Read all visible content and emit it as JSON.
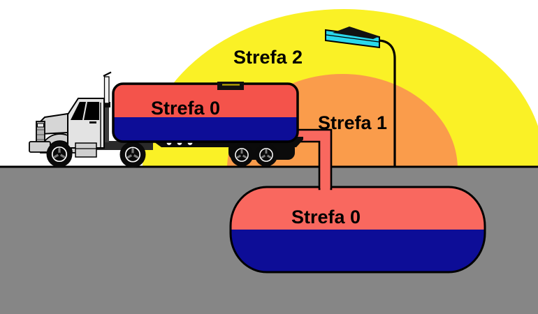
{
  "diagram": {
    "title": "Strefy zagrożenia wybuchem (explosion hazard zones) around a fuel tanker, street lamp and underground storage tank",
    "labels": {
      "zone2": "Strefa 2",
      "zone1": "Strefa 1",
      "truck_tank": "Strefa 0",
      "underground_tank": "Strefa 0"
    },
    "colors": {
      "background": "#ffffff",
      "zone2_yellow": "#faf126",
      "zone1_orange": "#fa9c4b",
      "truck_tank_red": "#f4534b",
      "underground_tank_red": "#f9685f",
      "pipe_red": "#f9685f",
      "liquid_navy": "#0d0d97",
      "ground_gray": "#868686",
      "lamp_head_cyan": "#29d9ec",
      "outline_black": "#000000"
    }
  }
}
